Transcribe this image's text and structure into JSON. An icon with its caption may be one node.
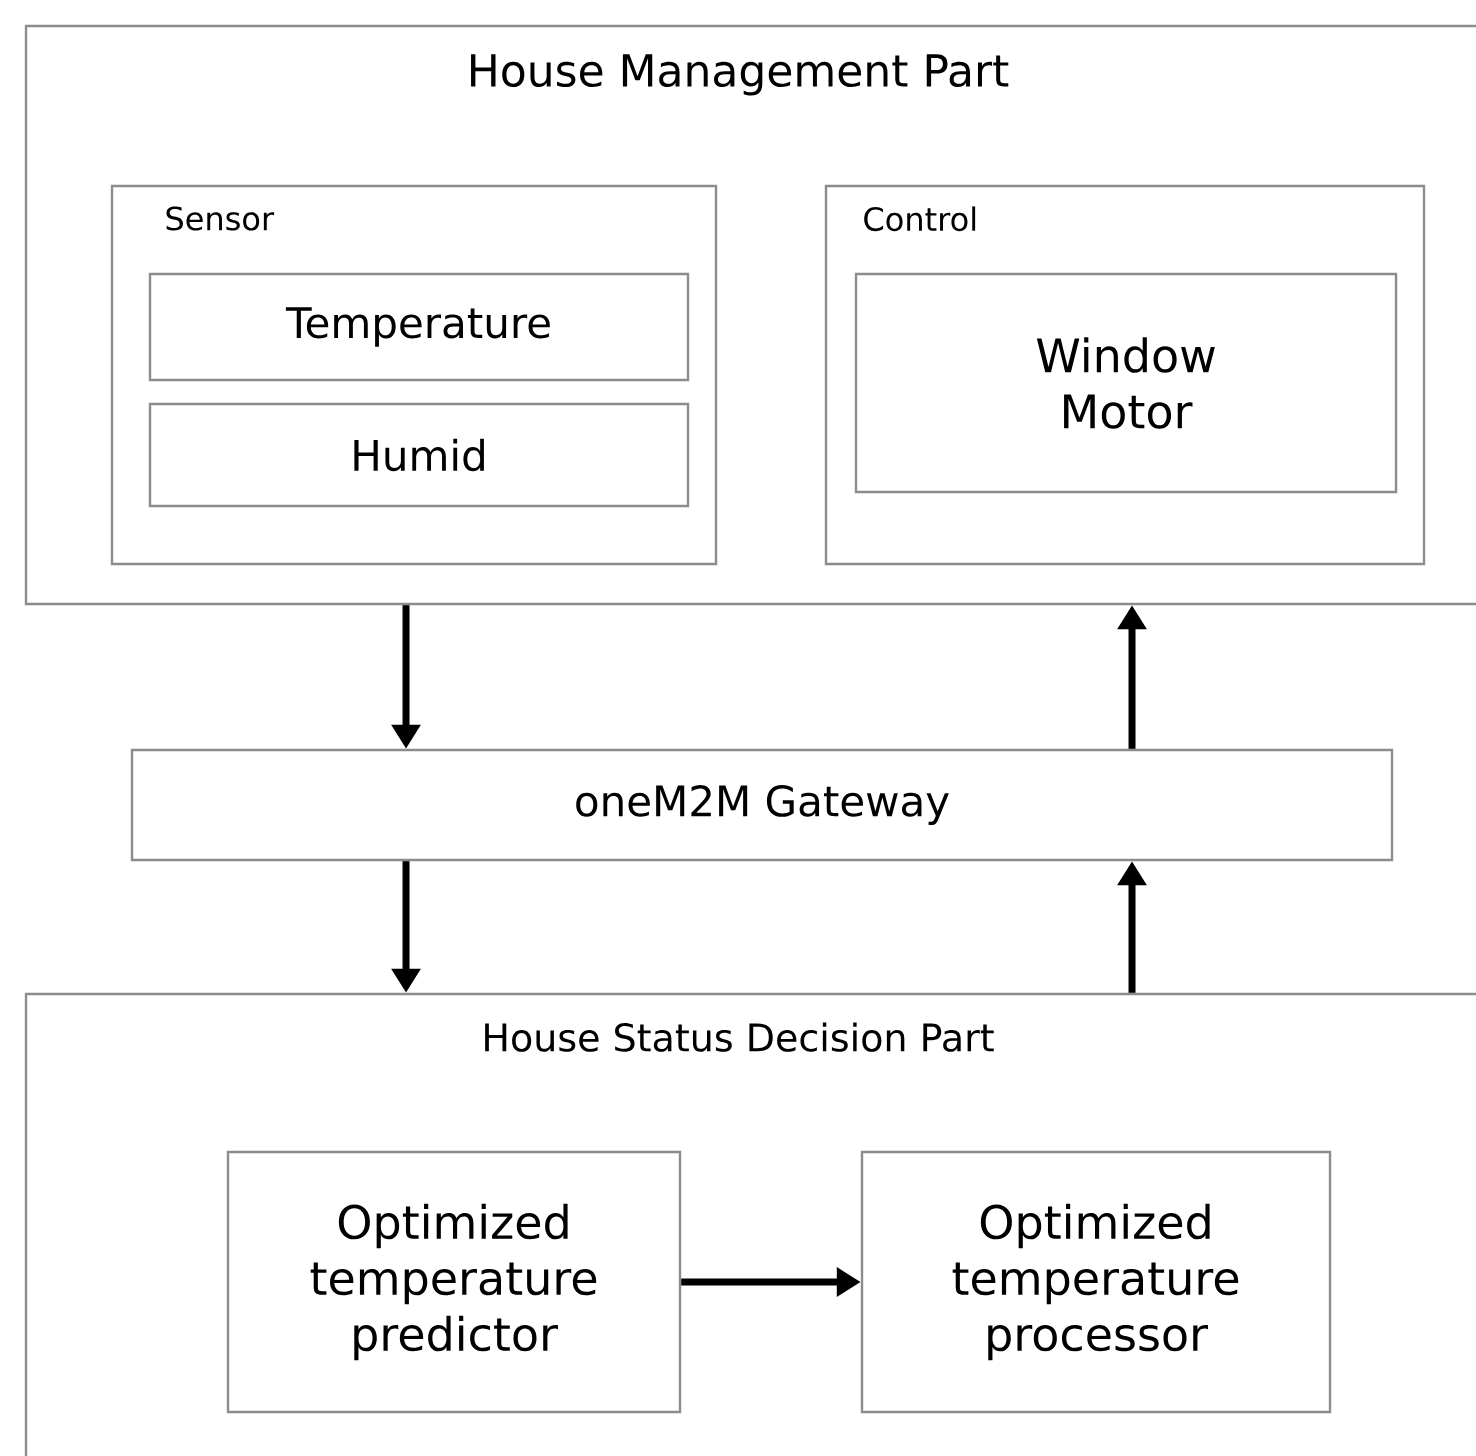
{
  "diagram": {
    "nodes": [
      {
        "text": [
          "House Management Part"
        ]
      },
      {
        "text": [
          "Sensor"
        ],
        "in": 0
      },
      {
        "text": [
          "Temperature"
        ],
        "in": 1
      },
      {
        "text": [
          "Humid"
        ],
        "in": 1
      },
      {
        "text": [
          "Control"
        ],
        "in": 0
      },
      {
        "text": [
          "Window Motor"
        ],
        "in": 4
      },
      {
        "text": [
          "oneM2M Gateway"
        ]
      },
      {
        "text": [
          "House Status Decision Part"
        ]
      },
      {
        "text": [
          "Optimized temperature predictor"
        ],
        "in": 7
      },
      {
        "text": [
          "Optimized temperature processor"
        ],
        "in": 7
      }
    ],
    "edges": [
      {
        "from": 0,
        "to": 6,
        "arrow": "to"
      },
      {
        "from": 6,
        "to": 0,
        "arrow": "to"
      },
      {
        "from": 6,
        "to": 7,
        "arrow": "to"
      },
      {
        "from": 7,
        "to": 6,
        "arrow": "to"
      },
      {
        "from": 8,
        "to": 9,
        "arrow": "to"
      }
    ]
  }
}
